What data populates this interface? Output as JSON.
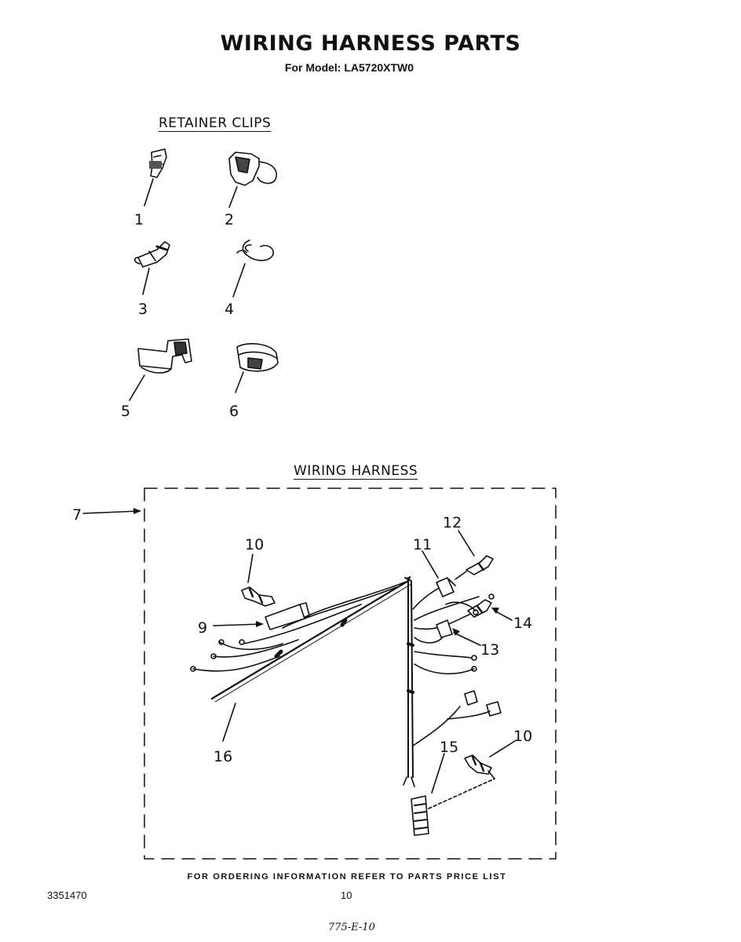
{
  "title": "WIRING HARNESS PARTS",
  "subtitle": "For Model: LA5720XTW0",
  "sections": {
    "retainer_clips": {
      "heading": "RETAINER CLIPS"
    },
    "wiring_harness": {
      "heading": "WIRING HARNESS"
    }
  },
  "callouts": {
    "clip1": "1",
    "clip2": "2",
    "clip3": "3",
    "clip4": "4",
    "clip5": "5",
    "clip6": "6",
    "harness": "7",
    "connector9": "9",
    "terminal10_left": "10",
    "terminal10_right": "10",
    "connector11": "11",
    "terminal12": "12",
    "connector13": "13",
    "terminal14": "14",
    "connector15": "15",
    "sleeve16": "16"
  },
  "footer": {
    "ordering_note": "FOR ORDERING INFORMATION REFER TO PARTS PRICE LIST",
    "doc_number": "3351470",
    "page_number": "10",
    "handwritten_code": "775-E-10"
  }
}
